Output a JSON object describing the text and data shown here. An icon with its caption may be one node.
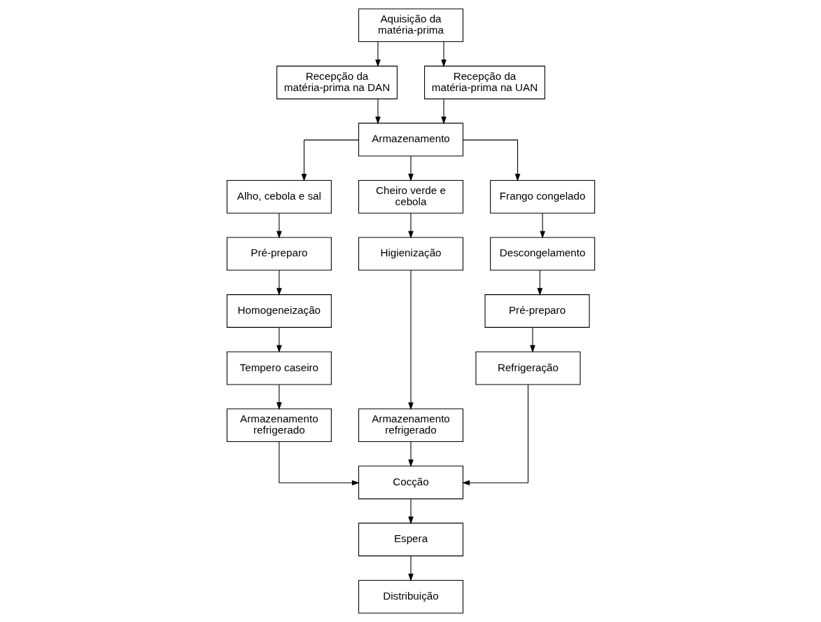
{
  "diagram": {
    "nodes": [
      {
        "text": [
          "Aquisição da matéria-prima"
        ]
      },
      {
        "text": [
          "Recepção da matéria-prima na DAN"
        ]
      },
      {
        "text": [
          "Recepção da matéria-prima na UAN"
        ]
      },
      {
        "text": [
          "Armazenamento"
        ]
      },
      {
        "text": [
          "Alho, cebola e sal"
        ]
      },
      {
        "text": [
          "Pré-preparo"
        ]
      },
      {
        "text": [
          "Homogeneização"
        ]
      },
      {
        "text": [
          "Tempero caseiro"
        ]
      },
      {
        "text": [
          "Armazenamento refrigerado"
        ]
      },
      {
        "text": [
          "Cheiro verde e cebola"
        ]
      },
      {
        "text": [
          "Higienização"
        ]
      },
      {
        "text": [
          "Armazenamento refrigerado"
        ]
      },
      {
        "text": [
          "Frango congelado"
        ]
      },
      {
        "text": [
          "Descongelamento"
        ]
      },
      {
        "text": [
          "Pré-preparo"
        ]
      },
      {
        "text": [
          "Refrigeração"
        ]
      },
      {
        "text": [
          "Cocção"
        ]
      },
      {
        "text": [
          "Espera"
        ]
      },
      {
        "text": [
          "Distribuição"
        ]
      }
    ],
    "edges": [
      {
        "from": 0,
        "to": 1,
        "arrow": "to"
      },
      {
        "from": 0,
        "to": 2,
        "arrow": "to"
      },
      {
        "from": 1,
        "to": 3,
        "arrow": "to"
      },
      {
        "from": 2,
        "to": 3,
        "arrow": "to"
      },
      {
        "from": 3,
        "to": 4,
        "arrow": "to"
      },
      {
        "from": 3,
        "to": 9,
        "arrow": "to"
      },
      {
        "from": 3,
        "to": 12,
        "arrow": "to"
      },
      {
        "from": 4,
        "to": 5,
        "arrow": "to"
      },
      {
        "from": 5,
        "to": 6,
        "arrow": "to"
      },
      {
        "from": 6,
        "to": 7,
        "arrow": "to"
      },
      {
        "from": 7,
        "to": 8,
        "arrow": "to"
      },
      {
        "from": 9,
        "to": 10,
        "arrow": "to"
      },
      {
        "from": 10,
        "to": 11,
        "arrow": "to"
      },
      {
        "from": 12,
        "to": 13,
        "arrow": "to"
      },
      {
        "from": 13,
        "to": 14,
        "arrow": "to"
      },
      {
        "from": 14,
        "to": 15,
        "arrow": "to"
      },
      {
        "from": 15,
        "to": 16,
        "arrow": "to"
      },
      {
        "from": 16,
        "to": 17,
        "arrow": "to"
      },
      {
        "from": 17,
        "to": 18,
        "arrow": "to"
      },
      {
        "from": 8,
        "to": 16,
        "arrow": "to"
      },
      {
        "from": 11,
        "to": 16,
        "arrow": "to"
      }
    ]
  }
}
